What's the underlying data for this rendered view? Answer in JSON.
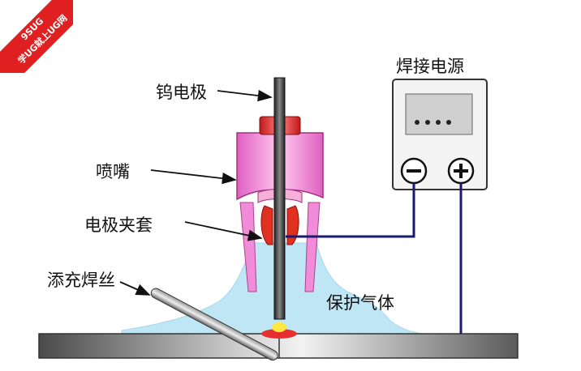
{
  "labels": {
    "tungsten_electrode": "钨电极",
    "nozzle": "喷嘴",
    "collet": "电极夹套",
    "filler_wire": "添充焊丝",
    "shielding_gas": "保护气体",
    "power_source": "焊接电源"
  },
  "badge": {
    "line1": "9SUG",
    "line2": "学UG就上UG网"
  },
  "terminals": {
    "negative": "−",
    "positive": "+"
  },
  "colors": {
    "nozzle_pink": "#f08cd8",
    "collet_red": "#e03020",
    "gas_blue": "#bfe6f5",
    "wire_navy": "#1a1a6e",
    "workpiece_gray": "#8a8a8a",
    "electrode_dark": "#3a3a3a"
  }
}
